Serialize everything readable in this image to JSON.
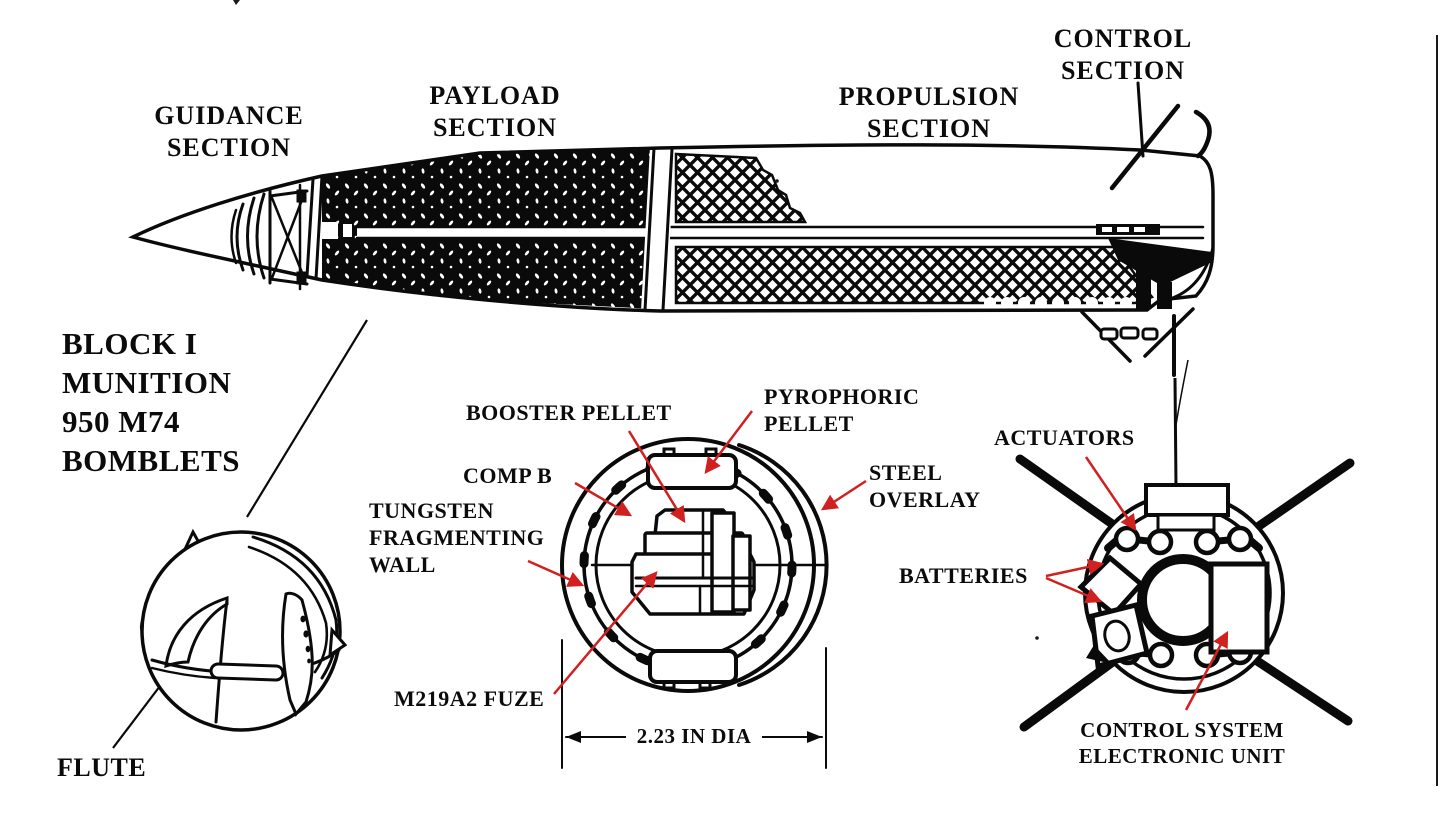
{
  "palette": {
    "ink": "#0a0a0a",
    "callout_red": "#d02020",
    "paper": "#ffffff"
  },
  "missile": {
    "guidance_label": "GUIDANCE\nSECTION",
    "payload_label": "PAYLOAD\nSECTION",
    "propulsion_label": "PROPULSION\nSECTION",
    "control_label": "CONTROL\nSECTION"
  },
  "munition": {
    "block_label": "BLOCK I\nMUNITION\n950 M74\nBOMBLETS",
    "flute_label": "FLUTE"
  },
  "bomblet_section": {
    "booster_pellet": "BOOSTER PELLET",
    "pyrophoric_pellet": "PYROPHORIC\nPELLET",
    "comp_b": "COMP B",
    "tungsten_wall": "TUNGSTEN\nFRAGMENTING\nWALL",
    "steel_overlay": "STEEL\nOVERLAY",
    "fuze": "M219A2 FUZE",
    "diameter": "2.23 IN DIA"
  },
  "control_section_view": {
    "actuators": "ACTUATORS",
    "batteries": "BATTERIES",
    "electronic_unit": "CONTROL SYSTEM\nELECTRONIC UNIT"
  }
}
